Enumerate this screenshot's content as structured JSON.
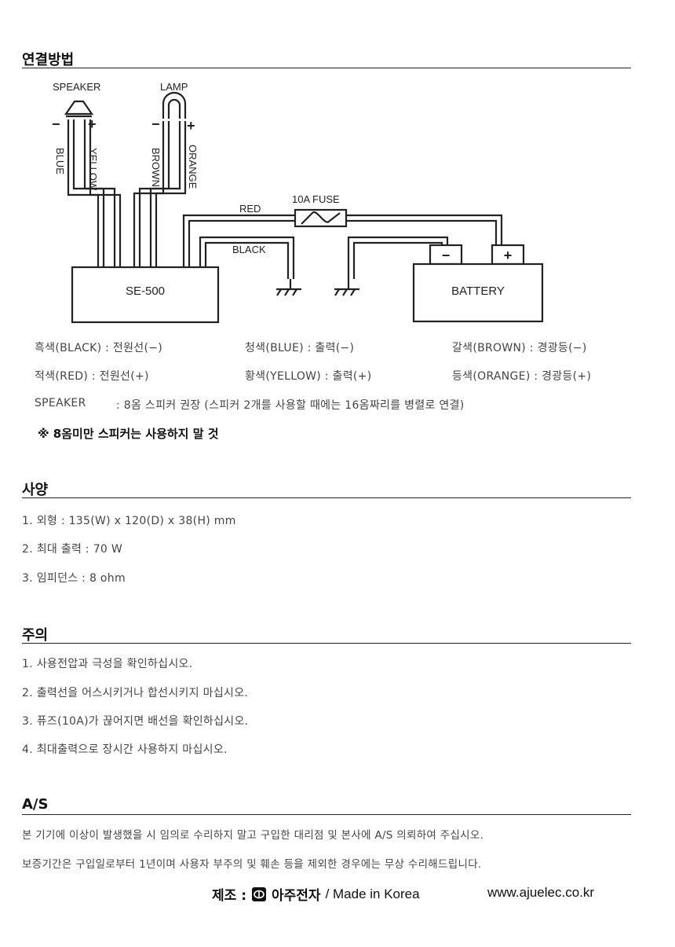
{
  "connection": {
    "title": "연결방법",
    "diagram": {
      "speaker": "SPEAKER",
      "lamp": "LAMP",
      "minus": "−",
      "plus": "+",
      "wire_blue": "BLUE",
      "wire_yellow": "YELLOW",
      "wire_brown": "BROWN",
      "wire_orange": "ORANGE",
      "wire_red": "RED",
      "wire_black": "BLACK",
      "fuse": "10A FUSE",
      "device": "SE-500",
      "battery": "BATTERY",
      "battery_minus": "−",
      "battery_plus": "+"
    },
    "legend": {
      "black": "흑색(BLACK) : 전원선(−)",
      "blue": "청색(BLUE)   : 출력(−)",
      "brown": "갈색(BROWN)  : 경광등(−)",
      "red": "적색(RED)    : 전원선(+)",
      "yellow": "황색(YELLOW) : 출력(+)",
      "orange": "등색(ORANGE) : 경광등(+)",
      "speaker_label": "SPEAKER",
      "speaker_note": ": 8옴 스피커 권장 (스피커 2개를 사용할 때에는 16옴짜리를 병렬로 연결)"
    },
    "warning": "※ 8옴미만 스피커는 사용하지 말 것"
  },
  "spec": {
    "title": "사양",
    "items": [
      "1. 외형 : 135(W) x 120(D) x 38(H) mm",
      "2. 최대 출력 : 70 W",
      "3. 임피던스 : 8 ohm"
    ]
  },
  "caution": {
    "title": "주의",
    "items": [
      "1. 사용전압과 극성을 확인하십시오.",
      "2. 출력선을 어스시키거나 합선시키지 마십시오.",
      "3. 퓨즈(10A)가 끊어지면 배선을 확인하십시오.",
      "4. 최대출력으로 장시간 사용하지 마십시오."
    ]
  },
  "as": {
    "title": "A/S",
    "lines": [
      "본 기기에 이상이 발생했을 시 임의로 수리하지 말고 구입한 대리점 및 본사에 A/S 의뢰하여 주십시오.",
      "보증기간은 구입일로부터 1년이며 사용자 부주의 및 훼손 등을 제외한 경우에는 무상 수리해드립니다."
    ]
  },
  "footer": {
    "maker_label": "제조 :",
    "logo_icon": "ajou-logo-icon",
    "company": "아주전자",
    "made_in": "/ Made in Korea",
    "website": "www.ajuelec.co.kr"
  }
}
